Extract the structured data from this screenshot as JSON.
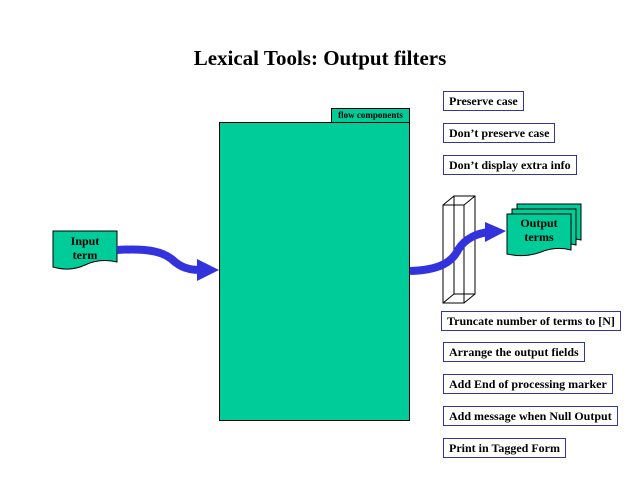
{
  "title": "Lexical Tools: Output filters",
  "flow_components_label": "flow components",
  "input_doc": {
    "line1": "Input",
    "line2": "term"
  },
  "output_doc": {
    "line1": "Output",
    "line2": "terms"
  },
  "top_options": [
    {
      "label": "Preserve case"
    },
    {
      "label": "Don’t preserve case"
    },
    {
      "label": "Don’t display extra info"
    }
  ],
  "bottom_options": [
    {
      "label": "Truncate number of terms to [N]"
    },
    {
      "label": "Arrange the output fields"
    },
    {
      "label": "Add End of processing marker"
    },
    {
      "label": "Add message when Null Output"
    },
    {
      "label": "Print in Tagged Form"
    }
  ],
  "colors": {
    "box_fill": "#00cc99",
    "arrow": "#3333dd",
    "option_border": "#3333aa"
  }
}
